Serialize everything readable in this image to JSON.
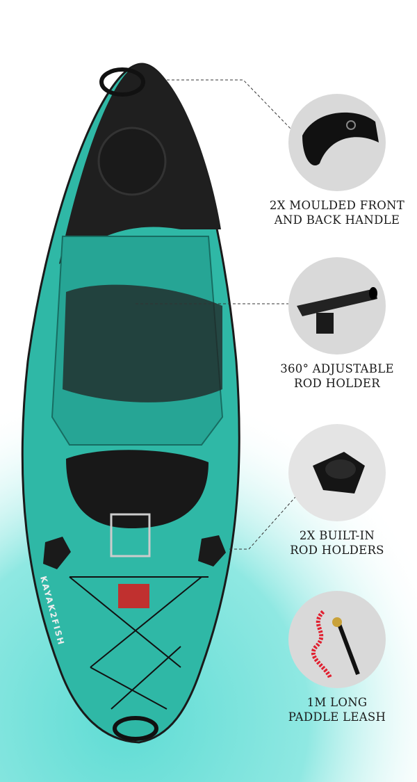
{
  "brand_logo_text": "KAYAK2FISH",
  "colors": {
    "hull_teal": "#2fb8a6",
    "hull_dark": "#1c1c1c",
    "water": "#6fe0d8",
    "circle_bg": "#d9d9d9"
  },
  "features": [
    {
      "icon": "handle-icon",
      "line1": "2X MOULDED FRONT",
      "line2": "AND BACK HANDLE"
    },
    {
      "icon": "rod-holder-icon",
      "line1": "360° ADJUSTABLE",
      "line2": "ROD HOLDER"
    },
    {
      "icon": "flush-rod-holder-icon",
      "line1": "2X BUILT-IN",
      "line2": "ROD HOLDERS"
    },
    {
      "icon": "paddle-leash-icon",
      "line1": "1M LONG",
      "line2": "PADDLE LEASH"
    }
  ]
}
